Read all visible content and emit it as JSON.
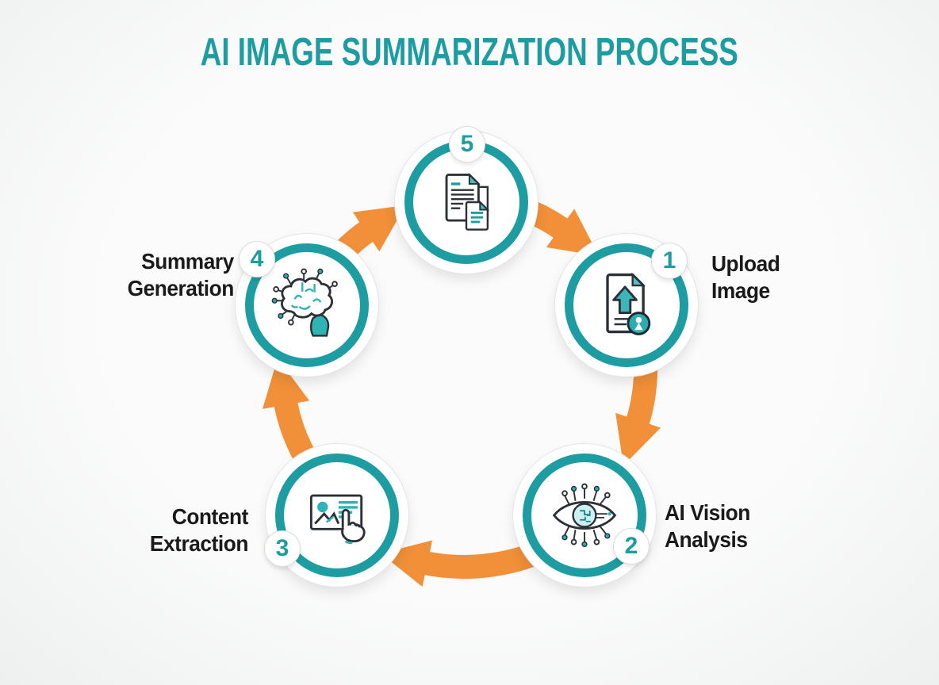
{
  "header": {
    "title": "AI IMAGE SUMMARIZATION PROCESS"
  },
  "steps": [
    {
      "number": "1",
      "label": "Upload\nImage",
      "icon": "upload-image-icon"
    },
    {
      "number": "2",
      "label": "AI Vision\nAnalysis",
      "icon": "ai-vision-eye-icon"
    },
    {
      "number": "3",
      "label": "Content\nExtraction",
      "icon": "content-extraction-icon"
    },
    {
      "number": "4",
      "label": "Summary\nGeneration",
      "icon": "brain-circuit-icon"
    },
    {
      "number": "5",
      "label": "",
      "icon": "documents-summary-icon"
    }
  ],
  "flow": {
    "direction": "clockwise"
  },
  "colors": {
    "teal": "#1d9da1",
    "orange": "#f19038",
    "label_text": "#1a1a1a",
    "background": "#f6f7f7"
  }
}
